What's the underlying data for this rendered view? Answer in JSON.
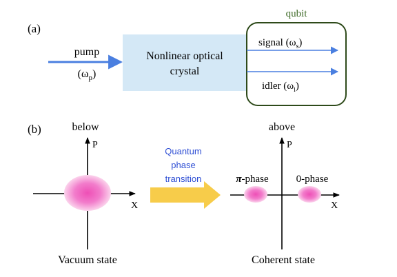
{
  "panel_a": {
    "label": "(a)",
    "pump": {
      "label": "pump",
      "freq_symbol": "ω",
      "freq_sub": "p"
    },
    "crystal": {
      "line1": "Nonlinear optical",
      "line2": "crystal"
    },
    "qubit": {
      "title": "qubit",
      "signal": {
        "label": "signal",
        "freq_symbol": "ω",
        "freq_sub": "s"
      },
      "idler": {
        "label": "idler",
        "freq_symbol": "ω",
        "freq_sub": "i"
      }
    }
  },
  "panel_b": {
    "label": "(b)",
    "left_plot": {
      "title": "below",
      "axis_p": "P",
      "axis_x": "X",
      "caption": "Vacuum state"
    },
    "transition": {
      "line1": "Quantum",
      "line2": "phase",
      "line3": "transition"
    },
    "right_plot": {
      "title": "above",
      "axis_p": "P",
      "axis_x": "X",
      "caption": "Coherent state",
      "pi_phase_symbol": "π",
      "pi_phase_suffix": "-phase",
      "zero_phase": "0-phase"
    }
  },
  "colors": {
    "arrow_blue": "#4a7fe0",
    "crystal_fill": "#d4e8f6",
    "qubit_border": "#2e4a1a",
    "qubit_title": "#3f6b28",
    "transition_text": "#2f4fd4",
    "transition_arrow": "#f7cc4a",
    "blob_pink": "#f070c4"
  }
}
